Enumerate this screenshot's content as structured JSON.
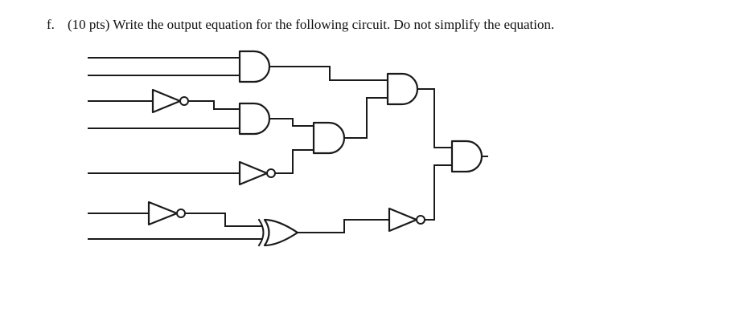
{
  "question": {
    "label": "f.",
    "points": "(10 pts)",
    "text": "Write the output equation for the following circuit. Do not simplify the equation."
  },
  "diagram": {
    "gates": [
      {
        "id": "and-1",
        "kind": "AND"
      },
      {
        "id": "and-2",
        "kind": "AND"
      },
      {
        "id": "and-3",
        "kind": "AND"
      },
      {
        "id": "and-4",
        "kind": "AND"
      },
      {
        "id": "and-5",
        "kind": "AND"
      },
      {
        "id": "xor-1",
        "kind": "XOR"
      },
      {
        "id": "not-1",
        "kind": "NOT"
      },
      {
        "id": "not-2",
        "kind": "NOT"
      },
      {
        "id": "not-3",
        "kind": "NOT"
      },
      {
        "id": "not-4",
        "kind": "NOT"
      }
    ],
    "input_count": 7
  }
}
